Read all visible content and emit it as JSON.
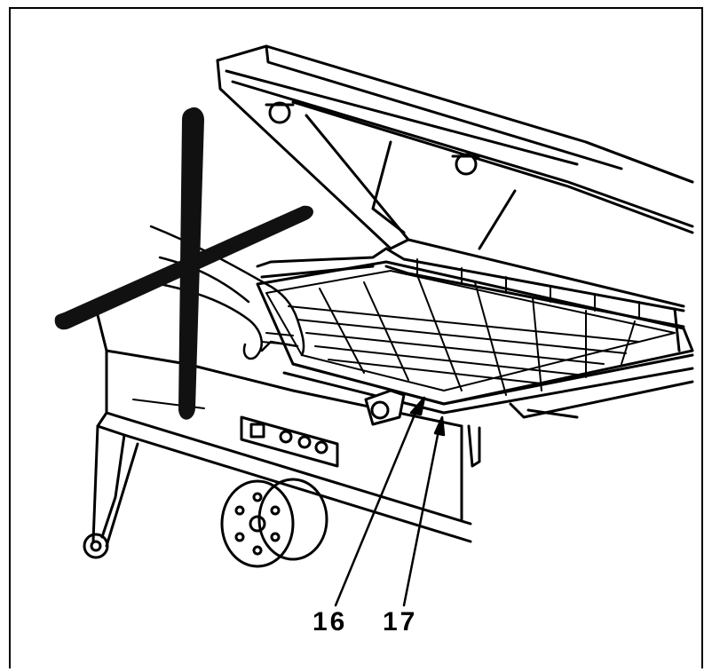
{
  "figure": {
    "callouts": [
      {
        "id": "16",
        "label": "16"
      },
      {
        "id": "17",
        "label": "17"
      }
    ],
    "colors": {
      "ink": "#000000",
      "paper": "#ffffff"
    },
    "icons": [
      "prohibition-x-mark",
      "hand-icon",
      "control-panel",
      "pulley-wheel",
      "caster-wheel"
    ]
  }
}
